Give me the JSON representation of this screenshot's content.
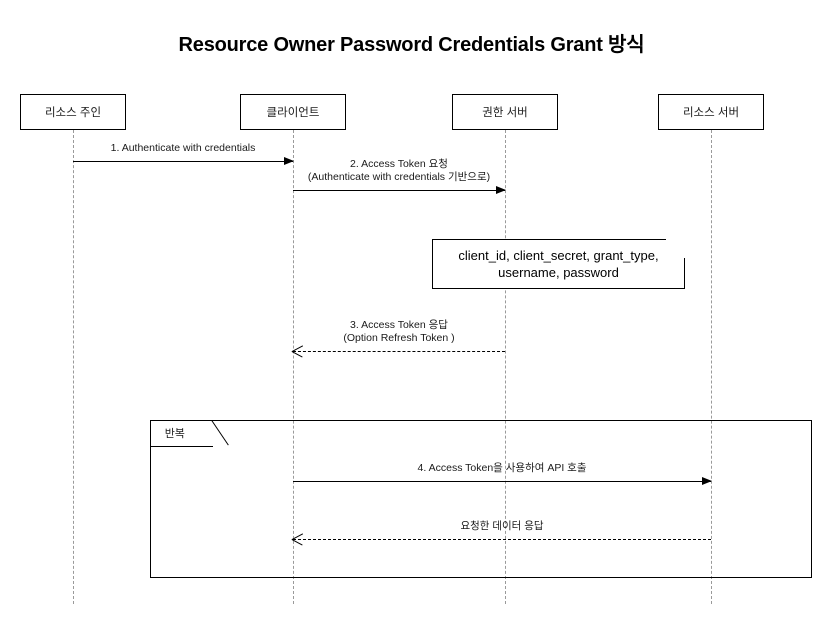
{
  "title": "Resource Owner Password Credentials Grant 방식",
  "lifelines": [
    {
      "label": "리소스 주인",
      "name": "resource-owner"
    },
    {
      "label": "클라이언트",
      "name": "client"
    },
    {
      "label": "권한 서버",
      "name": "authorization-server"
    },
    {
      "label": "리소스 서버",
      "name": "resource-server"
    }
  ],
  "messages": [
    {
      "line1": "1. Authenticate with credentials",
      "line2": "",
      "from": "리소스 주인",
      "to": "클라이언트",
      "style": "solid",
      "direction": "forward"
    },
    {
      "line1": "2. Access Token 요청",
      "line2": "(Authenticate with credentials 기반으로)",
      "from": "클라이언트",
      "to": "권한 서버",
      "style": "solid",
      "direction": "forward"
    },
    {
      "line1": "3. Access Token 응답",
      "line2": "(Option Refresh Token )",
      "from": "권한 서버",
      "to": "클라이언트",
      "style": "dashed",
      "direction": "return"
    },
    {
      "line1": "4. Access Token을 사용하여 API 호출",
      "line2": "",
      "from": "클라이언트",
      "to": "리소스 서버",
      "style": "solid",
      "direction": "forward"
    },
    {
      "line1": "요청한 데이터 응답",
      "line2": "",
      "from": "리소스 서버",
      "to": "클라이언트",
      "style": "dashed",
      "direction": "return"
    }
  ],
  "note": {
    "line1": "client_id, client_secret, grant_type,",
    "line2": "username, password"
  },
  "fragment": {
    "label": "반복"
  },
  "colors": {
    "stroke": "#000000",
    "lifeline": "#9a9a9a",
    "background": "#ffffff"
  }
}
